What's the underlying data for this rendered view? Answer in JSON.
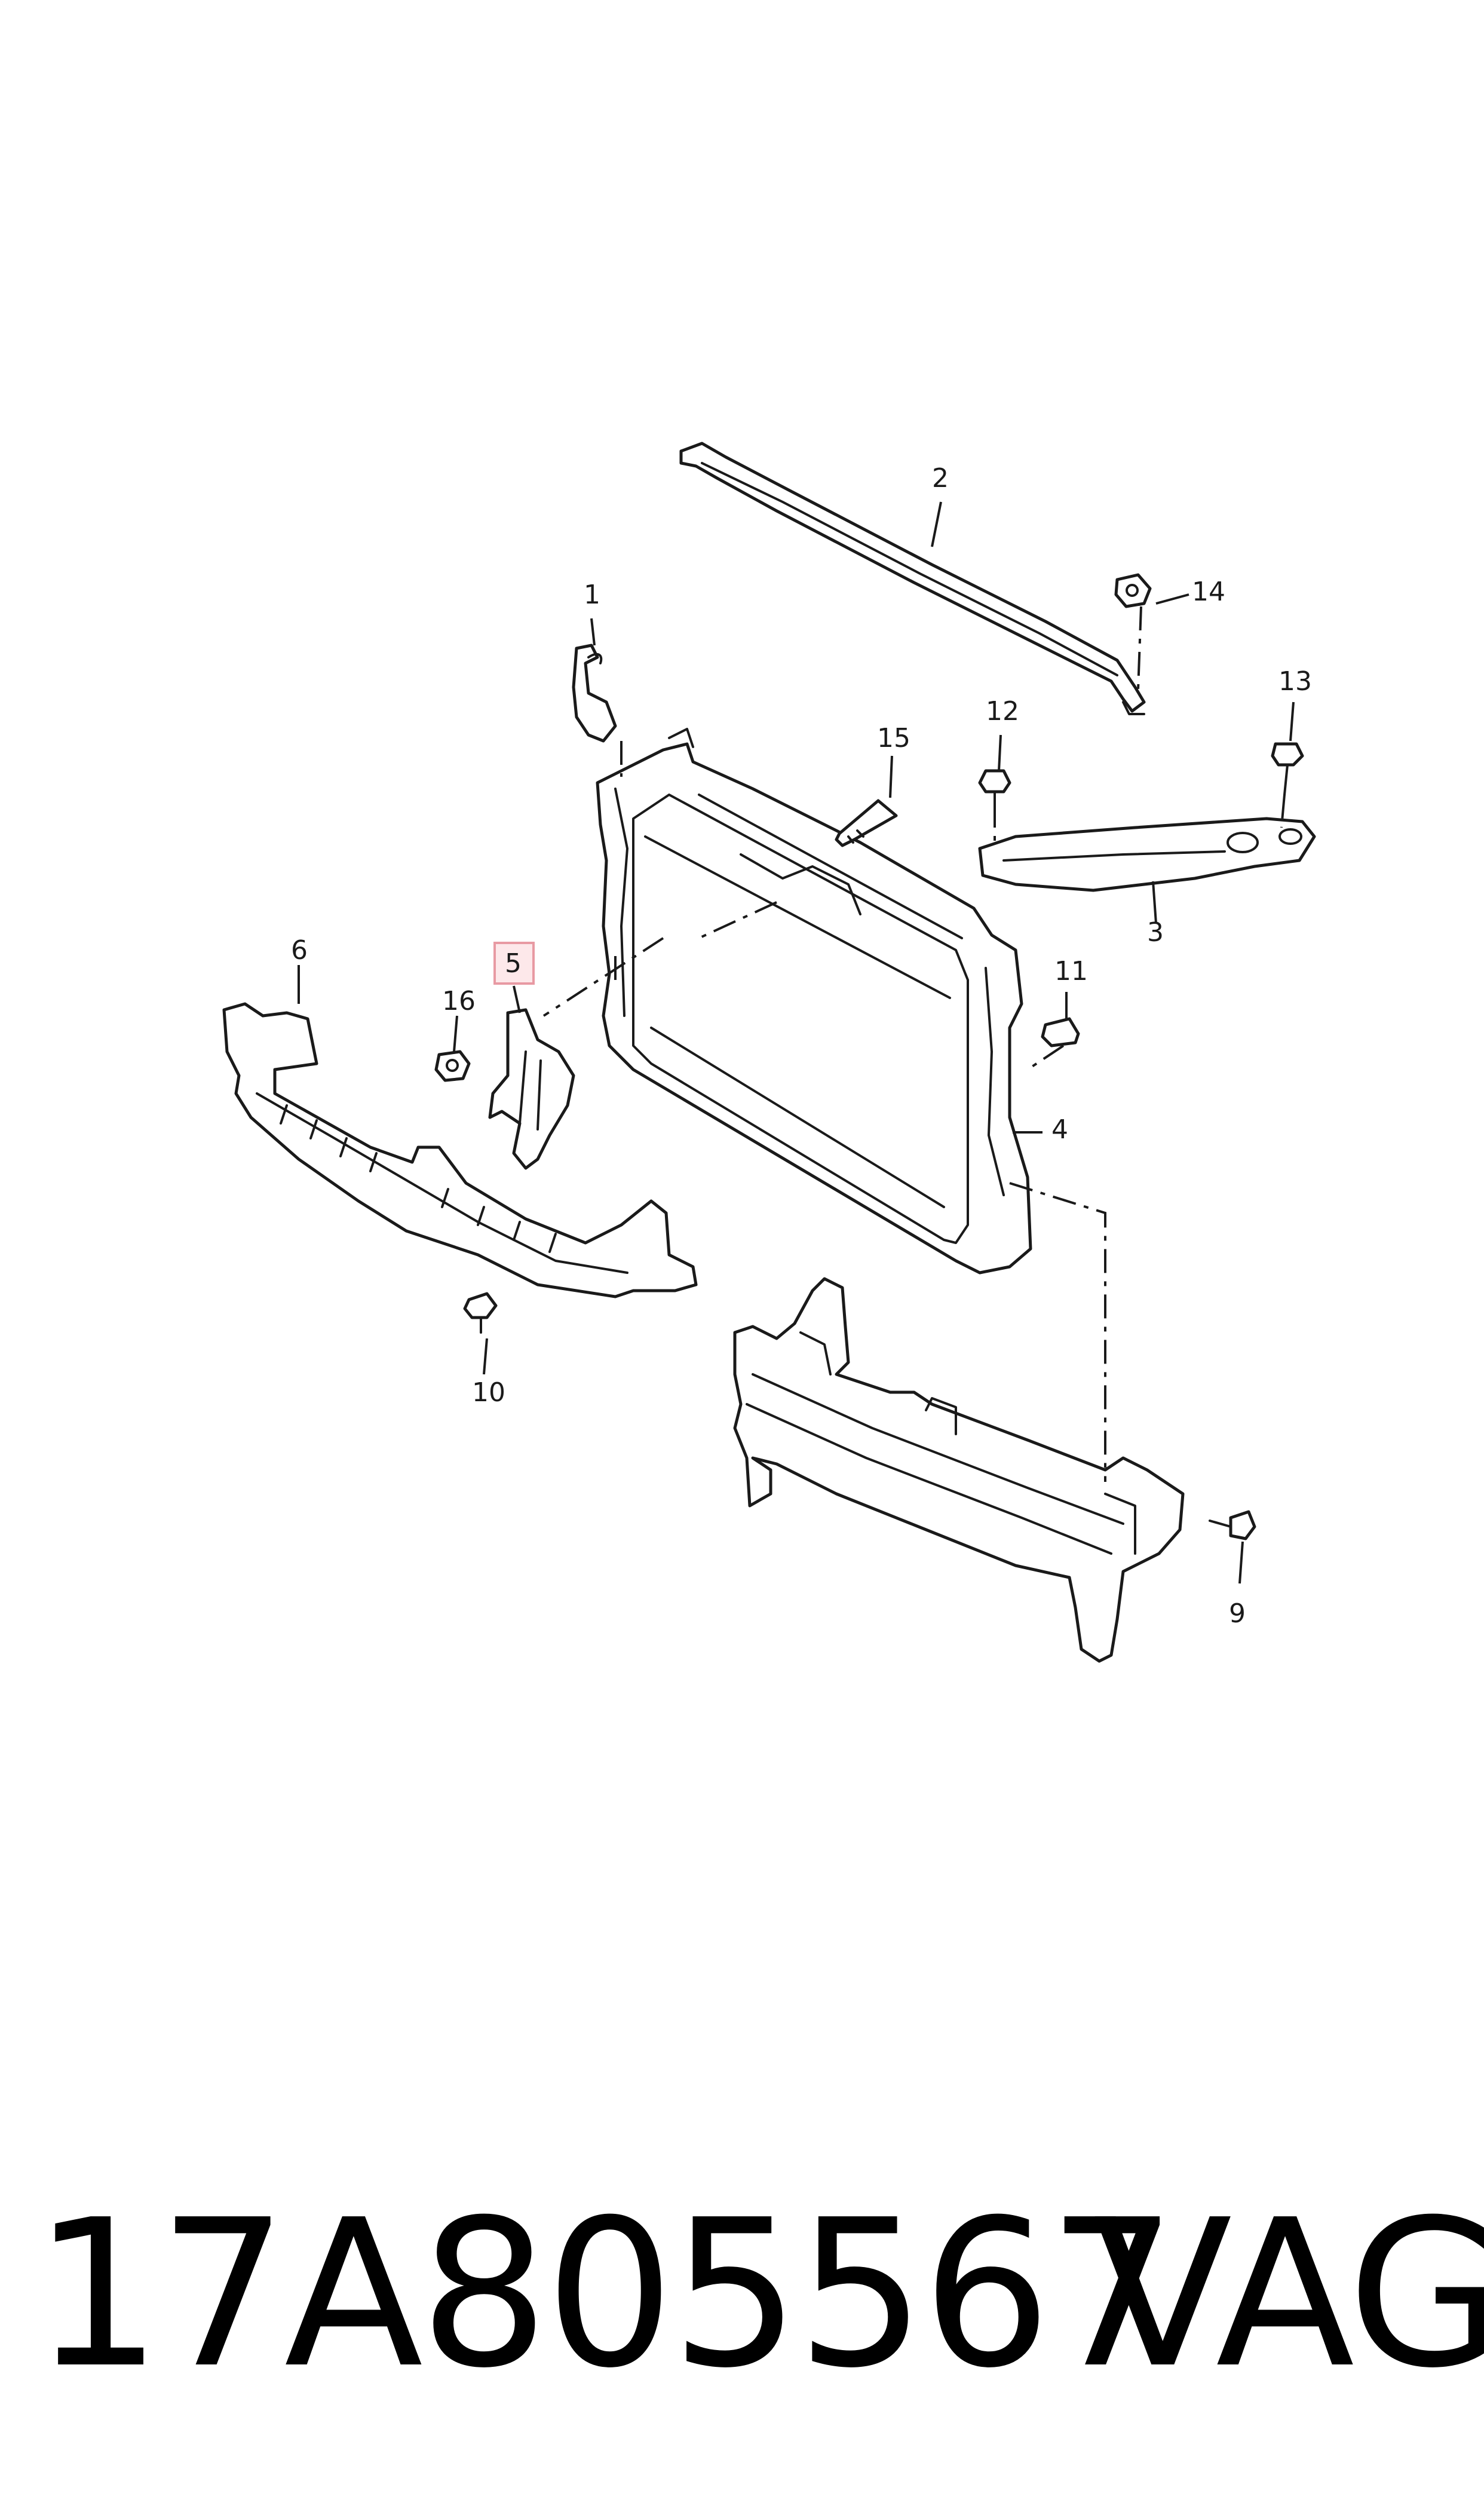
{
  "callouts": {
    "c1": "1",
    "c2": "2",
    "c3": "3",
    "c4": "4",
    "c5": "5",
    "c6": "6",
    "c9": "9",
    "c10": "10",
    "c11": "11",
    "c12": "12",
    "c13": "13",
    "c14": "14",
    "c15": "15",
    "c16": "16"
  },
  "highlighted_callout": "5",
  "footer": {
    "part_number": "17A805567",
    "brand": "VAG"
  },
  "colors": {
    "line": "#1a1a1a",
    "highlight_fill": "#fde8ea",
    "highlight_border": "#e89aa3"
  }
}
